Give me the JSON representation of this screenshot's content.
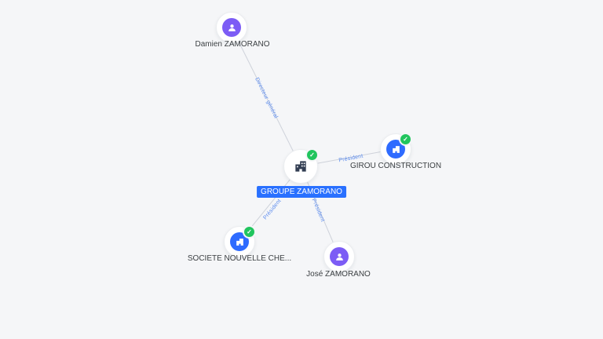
{
  "graph": {
    "nodes": [
      {
        "id": "damien",
        "label": "Damien ZAMORANO",
        "type": "person",
        "verified": false,
        "selected": false
      },
      {
        "id": "groupe",
        "label": "GROUPE ZAMORANO",
        "type": "company",
        "verified": true,
        "selected": true
      },
      {
        "id": "girou",
        "label": "GIROU CONSTRUCTION",
        "type": "company",
        "verified": true,
        "selected": false
      },
      {
        "id": "societe",
        "label": "SOCIETE NOUVELLE CHE...",
        "type": "company",
        "verified": true,
        "selected": false
      },
      {
        "id": "jose",
        "label": "José ZAMORANO",
        "type": "person",
        "verified": false,
        "selected": false
      }
    ],
    "edges": [
      {
        "from": "groupe",
        "to": "damien",
        "label": "Directeur général"
      },
      {
        "from": "groupe",
        "to": "girou",
        "label": "Président"
      },
      {
        "from": "groupe",
        "to": "societe",
        "label": "Président"
      },
      {
        "from": "groupe",
        "to": "jose",
        "label": "Président"
      }
    ],
    "colors": {
      "background": "#f5f6f8",
      "person_accent": "#7c5cf5",
      "company_accent": "#2e6bff",
      "verified_badge": "#21c55e",
      "selected_label_bg": "#2970ff",
      "edge_line": "#ced2da",
      "edge_label_text": "#5b8bee"
    }
  }
}
